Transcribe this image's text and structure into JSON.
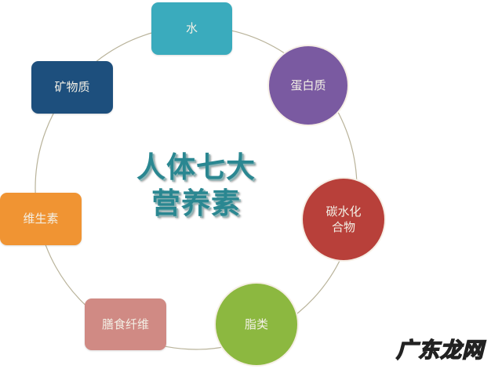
{
  "title": {
    "line1": "人体七大",
    "line2": "营养素"
  },
  "nodes": [
    {
      "label": "水",
      "shape": "rounded-rect",
      "color": "#3aabbd"
    },
    {
      "label": "蛋白质",
      "shape": "circle",
      "color": "#7a5aa1"
    },
    {
      "label_line1": "碳水化",
      "label_line2": "合物",
      "shape": "circle",
      "color": "#b8403a"
    },
    {
      "label": "脂类",
      "shape": "circle",
      "color": "#8cb840"
    },
    {
      "label": "膳食纤维",
      "shape": "rounded-rect",
      "color": "#d08a84"
    },
    {
      "label": "维生素",
      "shape": "rounded-rect",
      "color": "#f09433"
    },
    {
      "label": "矿物质",
      "shape": "rounded-rect",
      "color": "#1d4f7d"
    }
  ],
  "connector_color": "#b9b39a",
  "watermark": "广东龙网"
}
